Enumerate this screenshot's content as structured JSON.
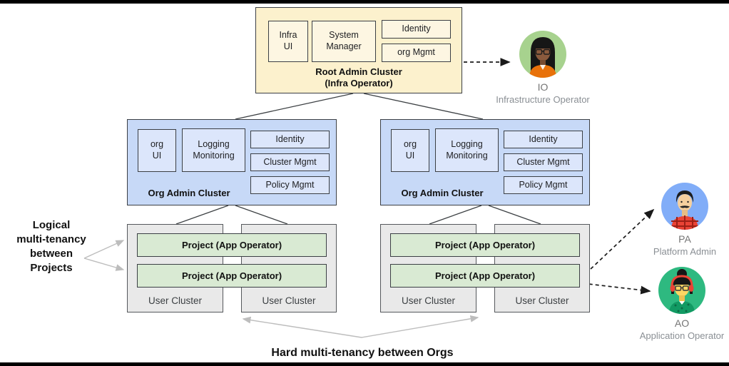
{
  "root_admin_cluster": {
    "title": "Root Admin Cluster",
    "subtitle": "(Infra Operator)",
    "components": {
      "infra_ui": "Infra UI",
      "system_manager": "System Manager",
      "identity": "Identity",
      "org_mgmt": "org Mgmt"
    },
    "colors": {
      "background": "#fcf1cd",
      "component_background": "#fdf6e2",
      "border": "#3b3f44"
    }
  },
  "org_admin_clusters": [
    {
      "title": "Org Admin Cluster",
      "components": {
        "org_ui": "org UI",
        "logging_monitoring": "Logging Monitoring",
        "identity": "Identity",
        "cluster_mgmt": "Cluster Mgmt",
        "policy_mgmt": "Policy Mgmt"
      }
    },
    {
      "title": "Org Admin Cluster",
      "components": {
        "org_ui": "org UI",
        "logging_monitoring": "Logging Monitoring",
        "identity": "Identity",
        "cluster_mgmt": "Cluster Mgmt",
        "policy_mgmt": "Policy Mgmt"
      }
    }
  ],
  "org_colors": {
    "background": "#c7d9f7",
    "component_background": "#dce6fb",
    "border": "#3b3f44"
  },
  "user_cluster_groups": [
    {
      "projects": [
        "Project (App Operator)",
        "Project (App Operator)"
      ],
      "clusters": [
        "User Cluster",
        "User Cluster"
      ]
    },
    {
      "projects": [
        "Project (App Operator)",
        "Project  (App Operator)"
      ],
      "clusters": [
        "User Cluster",
        "User Cluster"
      ]
    }
  ],
  "user_colors": {
    "cluster_background": "#e9e9e9",
    "project_background": "#d9ead3",
    "border": "#3b3f44"
  },
  "annotations": {
    "left_label": "Logical multi-tenancy between Projects",
    "left_label_lines": [
      "Logical",
      "multi-tenancy",
      "between",
      "Projects"
    ],
    "bottom_label": "Hard multi-tenancy between Orgs"
  },
  "personas": [
    {
      "abbr": "IO",
      "role": "Infrastructure Operator",
      "circle_color": "#a7d28e"
    },
    {
      "abbr": "PA",
      "role": "Platform Admin",
      "circle_color": "#81adf8"
    },
    {
      "abbr": "AO",
      "role": "Application Operator",
      "circle_color": "#2eb980"
    }
  ]
}
